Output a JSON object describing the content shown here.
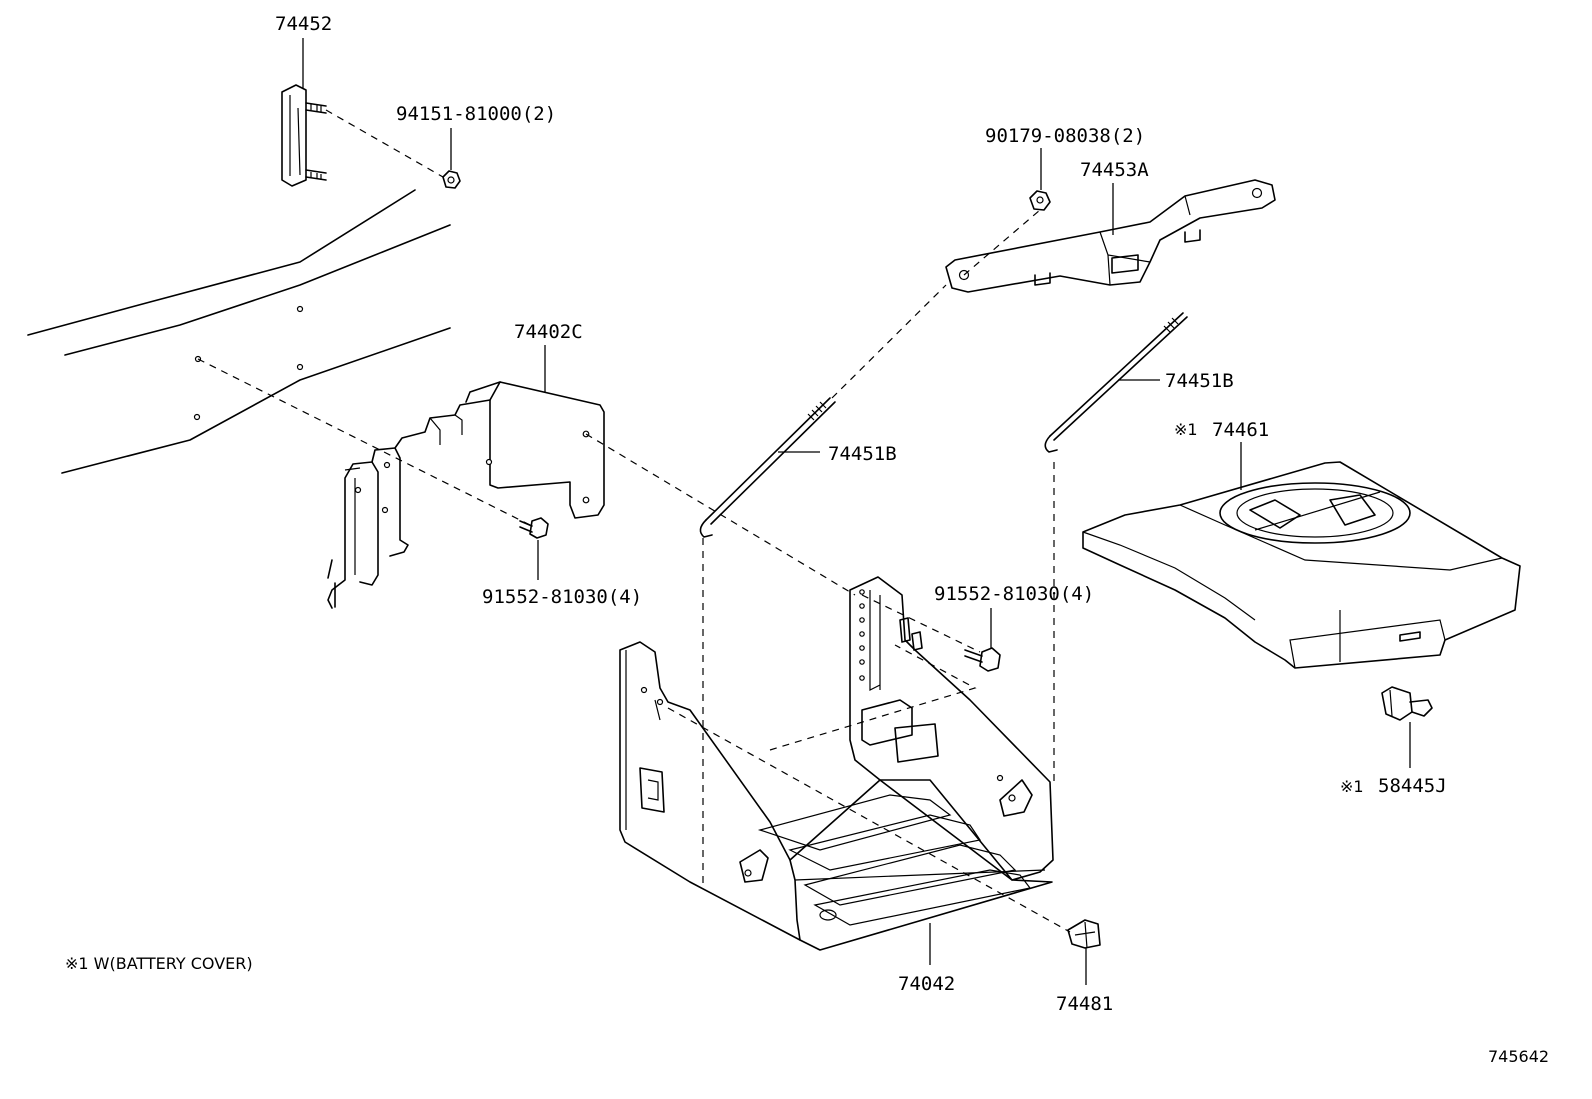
{
  "labels": {
    "p74452": "74452",
    "p94151": "94151-81000(2)",
    "p90179": "90179-08038(2)",
    "p74453A": "74453A",
    "p74402C": "74402C",
    "p74451B_right": "74451B",
    "p74451B_center": "74451B",
    "p74461_mark": "※1",
    "p74461": "74461",
    "p91552_left": "91552-81030(4)",
    "p91552_right": "91552-81030(4)",
    "p58445J_mark": "※1",
    "p58445J": "58445J",
    "p74042": "74042",
    "p74481": "74481"
  },
  "footnote": "※1 W(BATTERY COVER)",
  "diagram_id": "745642"
}
